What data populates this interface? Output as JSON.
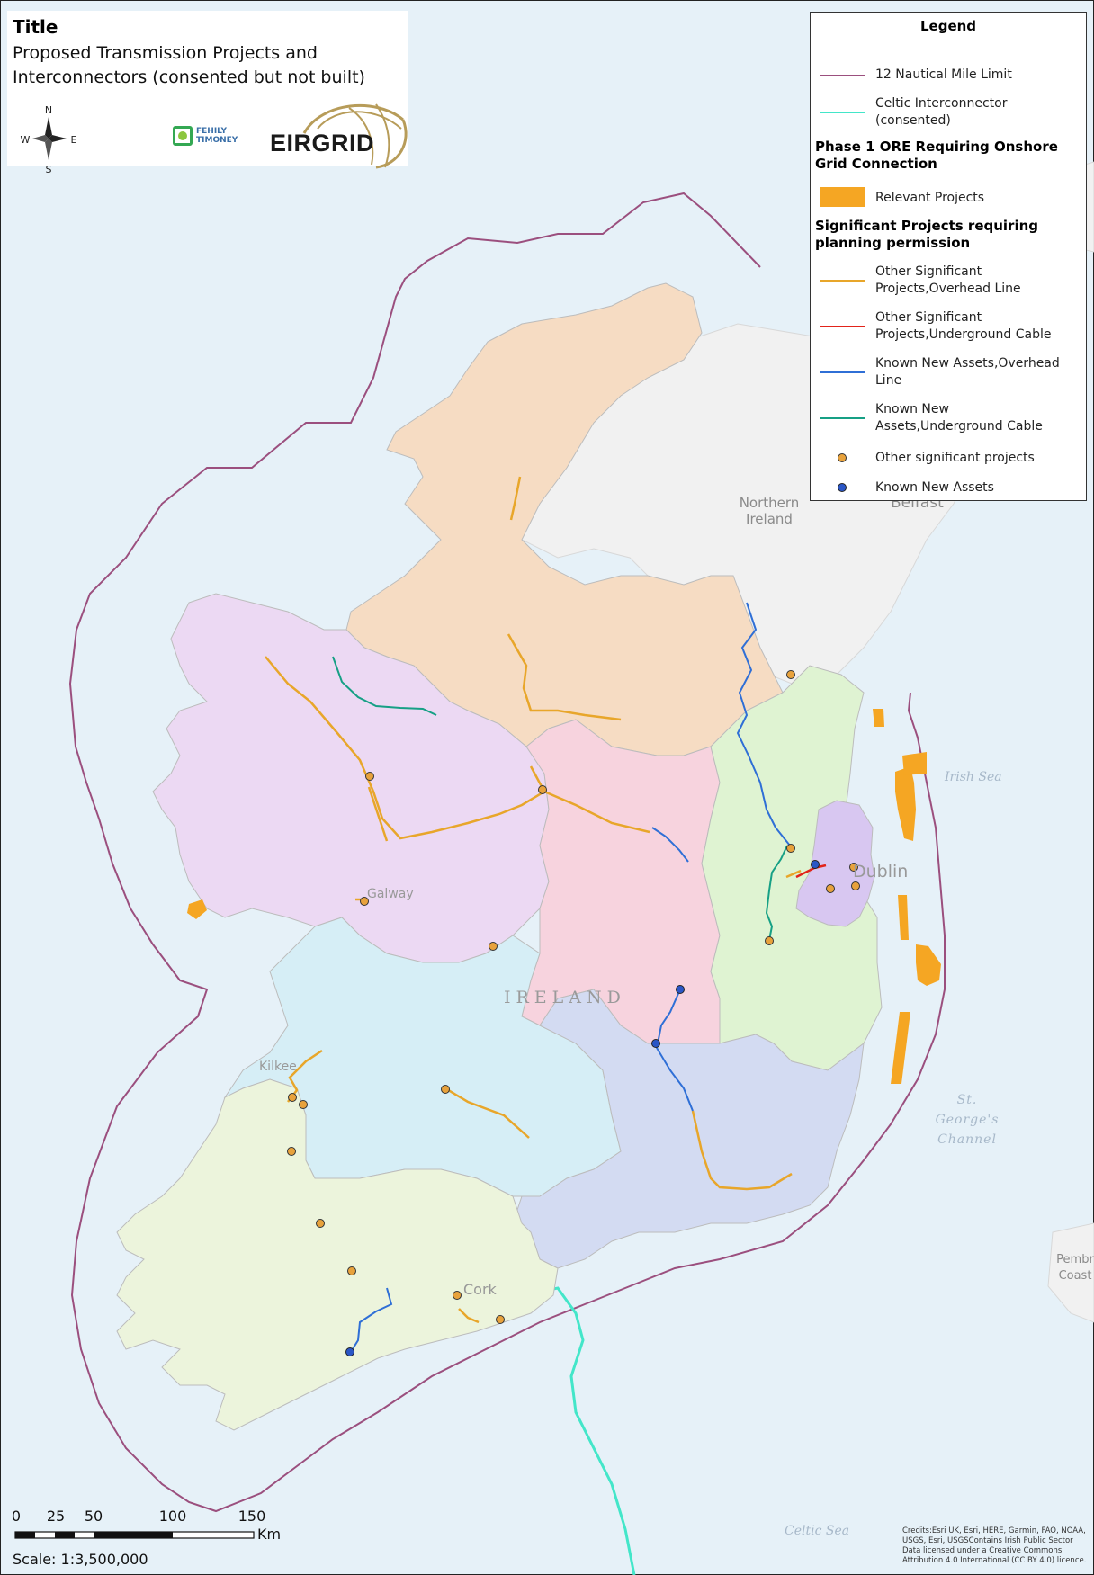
{
  "title": {
    "heading": "Title",
    "subtitle": "Proposed Transmission Projects and Interconnectors (consented but not built)",
    "compass": {
      "n": "N",
      "s": "S",
      "e": "E",
      "w": "W"
    },
    "logo_fehily_line1": "FEHILY",
    "logo_fehily_line2": "TIMONEY",
    "logo_eirgrid": "EIRGRID"
  },
  "legend": {
    "title": "Legend",
    "items": [
      {
        "label": "12 Nautical Mile Limit",
        "symbol": "line",
        "color": "#9b4f7e"
      },
      {
        "label": "Celtic Interconnector (consented)",
        "symbol": "line",
        "color": "#43e6c9"
      },
      {
        "heading": "Phase 1 ORE Requiring Onshore Grid Connection"
      },
      {
        "label": "Relevant Projects",
        "symbol": "fill",
        "color": "#f5a623"
      },
      {
        "heading": "Significant Projects requiring planning permission"
      },
      {
        "label": "Other Significant Projects,Overhead Line",
        "symbol": "line",
        "color": "#e8a62a"
      },
      {
        "label": "Other Significant Projects,Underground Cable",
        "symbol": "line",
        "color": "#e2231a"
      },
      {
        "label": "Known New Assets,Overhead Line",
        "symbol": "line",
        "color": "#2f6fd6"
      },
      {
        "label": "Known New Assets,Underground Cable",
        "symbol": "line",
        "color": "#16a085"
      },
      {
        "label": "Other significant projects",
        "symbol": "point",
        "color": "#e8a23c"
      },
      {
        "label": "Known New Assets",
        "symbol": "point",
        "color": "#2a56c6"
      }
    ]
  },
  "map_labels": {
    "irish_sea": "Irish Sea",
    "st_georges_channel": "St. George's Channel",
    "celtic_sea": "Celtic Sea",
    "northern_ireland": "Northern Ireland",
    "belfast": "Belfast",
    "ireland": "IRELAND",
    "dublin": "Dublin",
    "galway": "Galway",
    "kilkee": "Kilkee",
    "cork": "Cork",
    "pembrokeshire": "Pembr Coast"
  },
  "scale": {
    "ticks": [
      "0",
      "25",
      "50",
      "100",
      "150"
    ],
    "unit": "Km",
    "scale_text": "Scale: 1:3,500,000"
  },
  "credits": "Credits:Esri UK, Esri, HERE, Garmin, FAO, NOAA, USGS, Esri, USGSContains Irish Public Sector Data licensed under a Creative Commons Attribution 4.0 International (CC BY 4.0) licence.",
  "colors": {
    "sea": "#e6f1f8",
    "land_gb_ni": "#f1f1f1",
    "region_north_west": "#f6dcc3",
    "region_west": "#ecd9f3",
    "region_midlands": "#f7d3de",
    "region_east": "#dff3d2",
    "region_dublin": "#d8c7f1",
    "region_mid_west": "#d6eef6",
    "region_south_east": "#d3dbf2",
    "region_south_west": "#ecf4dc"
  }
}
